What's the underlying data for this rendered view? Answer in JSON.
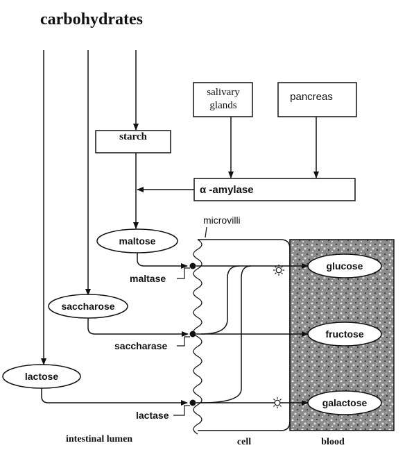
{
  "title": "carbohydrates",
  "nodes": {
    "starch": "starch",
    "salivary_glands_line1": "salivary",
    "salivary_glands_line2": "glands",
    "pancreas": "pancreas",
    "alpha_amylase": "α -amylase",
    "maltose": "maltose",
    "saccharose": "saccharose",
    "lactose": "lactose",
    "glucose": "glucose",
    "fructose": "fructose",
    "galactose": "galactose"
  },
  "enzymes": {
    "maltase": "maltase",
    "saccharase": "saccharase",
    "lactase": "lactase"
  },
  "labels": {
    "microvilli": "microvilli",
    "intestinal_lumen": "intestinal lumen",
    "cell": "cell",
    "blood": "blood"
  },
  "colors": {
    "ink": "#111111",
    "blood_fill": "#9a9a9a"
  }
}
